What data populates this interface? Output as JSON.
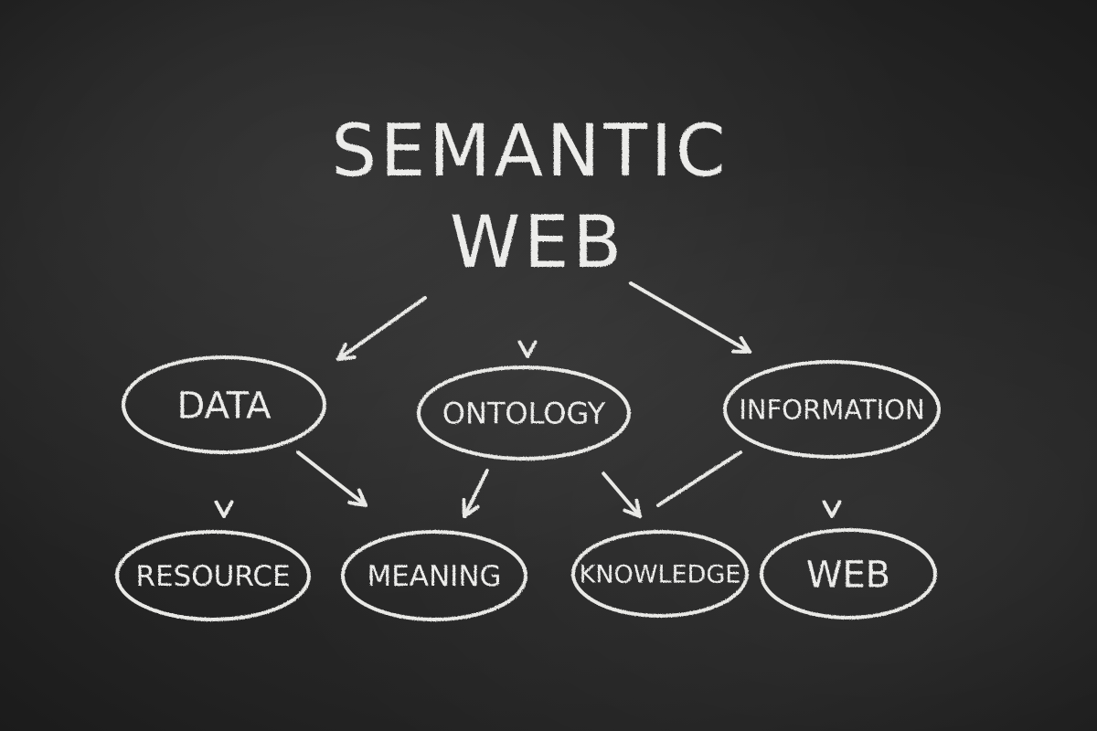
{
  "title": {
    "line1": "SEMANTIC",
    "line2": "WEB"
  },
  "nodes": {
    "data": "DATA",
    "ontology": "ONTOLOGY",
    "information": "INFORMATION",
    "resource": "RESOURCE",
    "meaning": "MEANING",
    "knowledge": "KNOWLEDGE",
    "web": "WEB"
  },
  "edges": [
    {
      "from": "title",
      "to": "data",
      "arrow": true
    },
    {
      "from": "title",
      "to": "ontology",
      "arrow": true
    },
    {
      "from": "title",
      "to": "information",
      "arrow": true
    },
    {
      "from": "data",
      "to": "resource",
      "arrow": true
    },
    {
      "from": "data",
      "to": "meaning",
      "arrow": true
    },
    {
      "from": "ontology",
      "to": "meaning",
      "arrow": true
    },
    {
      "from": "ontology",
      "to": "knowledge",
      "arrow": true
    },
    {
      "from": "information",
      "to": "knowledge",
      "arrow": false
    },
    {
      "from": "information",
      "to": "web",
      "arrow": true
    }
  ],
  "colors": {
    "chalk": "#e9e9e6",
    "board": "#262626"
  }
}
